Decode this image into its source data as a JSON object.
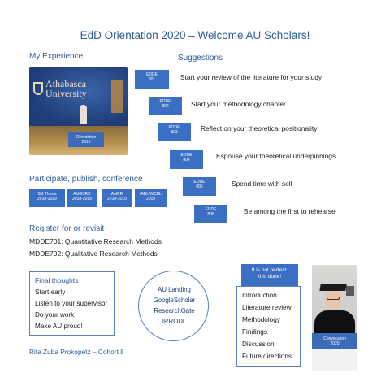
{
  "title": "EdD Orientation 2020 – Welcome AU Scholars!",
  "experience": {
    "heading": "My Experience",
    "photo_sign": "Athabasca University",
    "caption_line1": "Orientation",
    "caption_line2": "2015"
  },
  "suggestions": {
    "heading": "Suggestions",
    "items": [
      {
        "course_line1": "EDDE",
        "course_line2": "801",
        "text": "Start your review of the literature for your study"
      },
      {
        "course_line1": "EDDE",
        "course_line2": "802",
        "text": "Start your methodology chapter"
      },
      {
        "course_line1": "EDDE",
        "course_line2": "803",
        "text": "Reflect on your theoretical positionality"
      },
      {
        "course_line1": "EDDE",
        "course_line2": "804",
        "text": "Espouse your theoretical underpinnings"
      },
      {
        "course_line1": "EDDE",
        "course_line2": "805",
        "text": "Spend time with self"
      },
      {
        "course_line1": "EDDE",
        "course_line2": "806",
        "text": "Be among the first to rehearse"
      }
    ]
  },
  "participate": {
    "heading": "Participate, publish, conference",
    "items": [
      {
        "line1": "3M Thesis",
        "line2": "2018-2019"
      },
      {
        "line1": "AUGSRC",
        "line2": "2018-2019"
      },
      {
        "line1": "AeIPR",
        "line2": "2018-2019"
      },
      {
        "line1": "IABL/WCBL",
        "line2": "2019"
      }
    ]
  },
  "register": {
    "heading": "Register for or revisit",
    "items": [
      "MDDE701: Quantitative Research Methods",
      "MDDE702: Qualitative Research Methods"
    ]
  },
  "final_thoughts": {
    "heading": "Final thoughts",
    "items": [
      "Start early",
      "Listen to your supervisor",
      "Do your work",
      "Make AU proud!"
    ]
  },
  "resources": {
    "items": [
      "AU Landing",
      "GoogleScholar",
      "ResearchGate",
      "IRRODL"
    ]
  },
  "not_perfect": {
    "line1": "It is not perfect.",
    "line2": "It is done!"
  },
  "sections": {
    "items": [
      "Introduction",
      "Literature review",
      "Methodology",
      "Findings",
      "Discussion",
      "Future directions"
    ]
  },
  "convocation": {
    "caption_line1": "Convocation",
    "caption_line2": "2020"
  },
  "signature": "Rita Zuba Prokopetz – Cohort 8",
  "colors": {
    "accent": "#2e5a9c",
    "box_blue": "#3a6fc4",
    "border": "#5a7fbd"
  }
}
